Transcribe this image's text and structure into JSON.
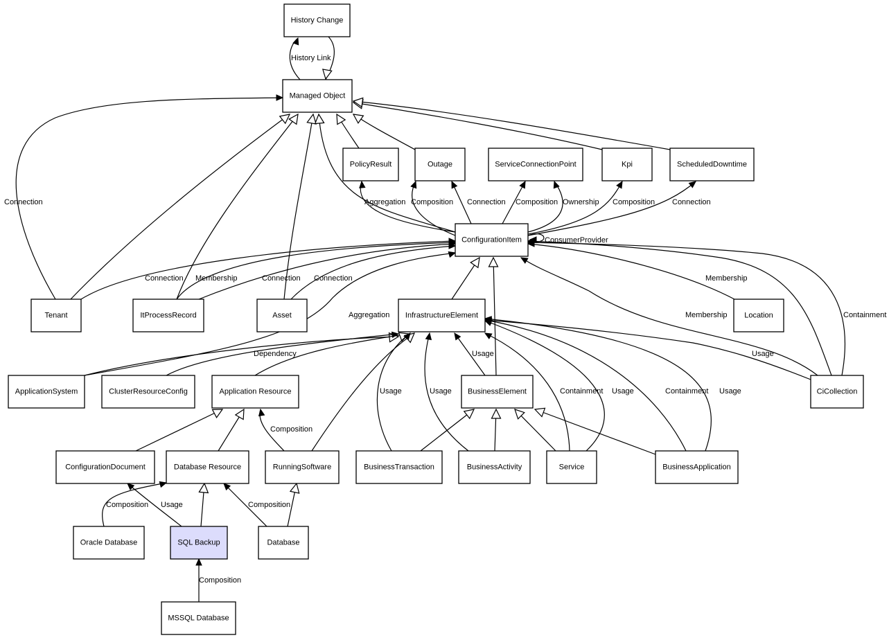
{
  "diagram": {
    "type": "class-relationship-graph",
    "highlight_color": "#dcdcfc",
    "nodes": [
      {
        "id": "history_change",
        "label": "History Change"
      },
      {
        "id": "managed_object",
        "label": "Managed Object"
      },
      {
        "id": "policy_result",
        "label": "PolicyResult"
      },
      {
        "id": "outage",
        "label": "Outage"
      },
      {
        "id": "service_connection_point",
        "label": "ServiceConnectionPoint"
      },
      {
        "id": "kpi",
        "label": "Kpi"
      },
      {
        "id": "scheduled_downtime",
        "label": "ScheduledDowntime"
      },
      {
        "id": "configuration_item",
        "label": "ConfigurationItem"
      },
      {
        "id": "tenant",
        "label": "Tenant"
      },
      {
        "id": "it_process_record",
        "label": "ItProcessRecord"
      },
      {
        "id": "asset",
        "label": "Asset"
      },
      {
        "id": "infrastructure_element",
        "label": "InfrastructureElement"
      },
      {
        "id": "location",
        "label": "Location"
      },
      {
        "id": "application_system",
        "label": "ApplicationSystem"
      },
      {
        "id": "cluster_resource_config",
        "label": "ClusterResourceConfig"
      },
      {
        "id": "application_resource",
        "label": "Application Resource"
      },
      {
        "id": "business_element",
        "label": "BusinessElement"
      },
      {
        "id": "ci_collection",
        "label": "CiCollection"
      },
      {
        "id": "configuration_document",
        "label": "ConfigurationDocument"
      },
      {
        "id": "database_resource",
        "label": "Database Resource"
      },
      {
        "id": "running_software",
        "label": "RunningSoftware"
      },
      {
        "id": "business_transaction",
        "label": "BusinessTransaction"
      },
      {
        "id": "business_activity",
        "label": "BusinessActivity"
      },
      {
        "id": "service",
        "label": "Service"
      },
      {
        "id": "business_application",
        "label": "BusinessApplication"
      },
      {
        "id": "oracle_database",
        "label": "Oracle Database"
      },
      {
        "id": "sql_backup",
        "label": "SQL Backup",
        "highlighted": true
      },
      {
        "id": "database",
        "label": "Database"
      },
      {
        "id": "mssql_database",
        "label": "MSSQL Database"
      }
    ],
    "edges": [
      {
        "from": "managed_object",
        "to": "history_change",
        "label": "History Link",
        "kind": "association"
      },
      {
        "from": "history_change",
        "to": "managed_object",
        "label": "",
        "kind": "inheritance"
      },
      {
        "from": "tenant",
        "to": "managed_object",
        "label": "Connection",
        "kind": "association"
      },
      {
        "from": "tenant",
        "to": "managed_object",
        "label": "",
        "kind": "inheritance"
      },
      {
        "from": "it_process_record",
        "to": "managed_object",
        "label": "",
        "kind": "inheritance"
      },
      {
        "from": "asset",
        "to": "managed_object",
        "label": "",
        "kind": "inheritance"
      },
      {
        "from": "configuration_item",
        "to": "managed_object",
        "label": "",
        "kind": "inheritance"
      },
      {
        "from": "policy_result",
        "to": "managed_object",
        "label": "",
        "kind": "inheritance"
      },
      {
        "from": "outage",
        "to": "managed_object",
        "label": "",
        "kind": "inheritance"
      },
      {
        "from": "kpi",
        "to": "managed_object",
        "label": "",
        "kind": "inheritance"
      },
      {
        "from": "scheduled_downtime",
        "to": "managed_object",
        "label": "",
        "kind": "inheritance"
      },
      {
        "from": "configuration_item",
        "to": "policy_result",
        "label": "Aggregation",
        "kind": "association"
      },
      {
        "from": "configuration_item",
        "to": "outage",
        "label": "Composition",
        "kind": "association"
      },
      {
        "from": "configuration_item",
        "to": "outage",
        "label": "Connection",
        "kind": "association"
      },
      {
        "from": "configuration_item",
        "to": "service_connection_point",
        "label": "Composition",
        "kind": "association"
      },
      {
        "from": "configuration_item",
        "to": "service_connection_point",
        "label": "Ownership",
        "kind": "association"
      },
      {
        "from": "configuration_item",
        "to": "kpi",
        "label": "Composition",
        "kind": "association"
      },
      {
        "from": "configuration_item",
        "to": "scheduled_downtime",
        "label": "Connection",
        "kind": "association"
      },
      {
        "from": "configuration_item",
        "to": "configuration_item",
        "label": "ConsumerProvider",
        "kind": "association"
      },
      {
        "from": "tenant",
        "to": "configuration_item",
        "label": "Connection",
        "kind": "association"
      },
      {
        "from": "it_process_record",
        "to": "configuration_item",
        "label": "Membership",
        "kind": "association"
      },
      {
        "from": "it_process_record",
        "to": "configuration_item",
        "label": "Connection",
        "kind": "association"
      },
      {
        "from": "asset",
        "to": "configuration_item",
        "label": "Connection",
        "kind": "association"
      },
      {
        "from": "application_system",
        "to": "configuration_item",
        "label": "Aggregation",
        "kind": "association"
      },
      {
        "from": "infrastructure_element",
        "to": "configuration_item",
        "label": "",
        "kind": "inheritance"
      },
      {
        "from": "business_element",
        "to": "configuration_item",
        "label": "",
        "kind": "inheritance"
      },
      {
        "from": "location",
        "to": "configuration_item",
        "label": "Membership",
        "kind": "association"
      },
      {
        "from": "ci_collection",
        "to": "configuration_item",
        "label": "Membership",
        "kind": "association"
      },
      {
        "from": "ci_collection",
        "to": "configuration_item",
        "label": "Containment",
        "kind": "association"
      },
      {
        "from": "ci_collection",
        "to": "configuration_item",
        "label": "",
        "kind": "association"
      },
      {
        "from": "application_system",
        "to": "infrastructure_element",
        "label": "",
        "kind": "inheritance"
      },
      {
        "from": "cluster_resource_config",
        "to": "infrastructure_element",
        "label": "Dependency",
        "kind": "association"
      },
      {
        "from": "application_resource",
        "to": "infrastructure_element",
        "label": "",
        "kind": "inheritance"
      },
      {
        "from": "running_software",
        "to": "infrastructure_element",
        "label": "",
        "kind": "inheritance"
      },
      {
        "from": "business_transaction",
        "to": "infrastructure_element",
        "label": "Usage",
        "kind": "association"
      },
      {
        "from": "business_activity",
        "to": "infrastructure_element",
        "label": "Usage",
        "kind": "association"
      },
      {
        "from": "business_element",
        "to": "infrastructure_element",
        "label": "Usage",
        "kind": "association"
      },
      {
        "from": "service",
        "to": "infrastructure_element",
        "label": "Containment",
        "kind": "association"
      },
      {
        "from": "service",
        "to": "infrastructure_element",
        "label": "Usage",
        "kind": "association"
      },
      {
        "from": "business_application",
        "to": "infrastructure_element",
        "label": "Containment",
        "kind": "association"
      },
      {
        "from": "business_application",
        "to": "infrastructure_element",
        "label": "Usage",
        "kind": "association"
      },
      {
        "from": "ci_collection",
        "to": "infrastructure_element",
        "label": "Usage",
        "kind": "association"
      },
      {
        "from": "business_transaction",
        "to": "business_element",
        "label": "",
        "kind": "inheritance"
      },
      {
        "from": "business_activity",
        "to": "business_element",
        "label": "",
        "kind": "inheritance"
      },
      {
        "from": "service",
        "to": "business_element",
        "label": "",
        "kind": "inheritance"
      },
      {
        "from": "business_application",
        "to": "business_element",
        "label": "",
        "kind": "inheritance"
      },
      {
        "from": "configuration_document",
        "to": "application_resource",
        "label": "",
        "kind": "inheritance"
      },
      {
        "from": "database_resource",
        "to": "application_resource",
        "label": "",
        "kind": "inheritance"
      },
      {
        "from": "running_software",
        "to": "application_resource",
        "label": "Composition",
        "kind": "association"
      },
      {
        "from": "oracle_database",
        "to": "database_resource",
        "label": "Composition",
        "kind": "association"
      },
      {
        "from": "sql_backup",
        "to": "configuration_document",
        "label": "Usage",
        "kind": "association"
      },
      {
        "from": "sql_backup",
        "to": "database_resource",
        "label": "",
        "kind": "inheritance"
      },
      {
        "from": "database",
        "to": "database_resource",
        "label": "Composition",
        "kind": "association"
      },
      {
        "from": "database",
        "to": "running_software",
        "label": "",
        "kind": "inheritance"
      },
      {
        "from": "mssql_database",
        "to": "sql_backup",
        "label": "Composition",
        "kind": "association"
      }
    ]
  }
}
